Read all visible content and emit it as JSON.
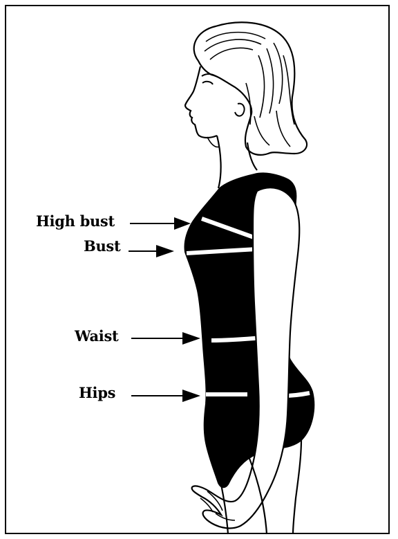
{
  "labels": {
    "high_bust": "High bust",
    "bust": "Bust",
    "waist": "Waist",
    "hips": "Hips"
  },
  "colors": {
    "ink": "#000000",
    "paper": "#ffffff"
  }
}
